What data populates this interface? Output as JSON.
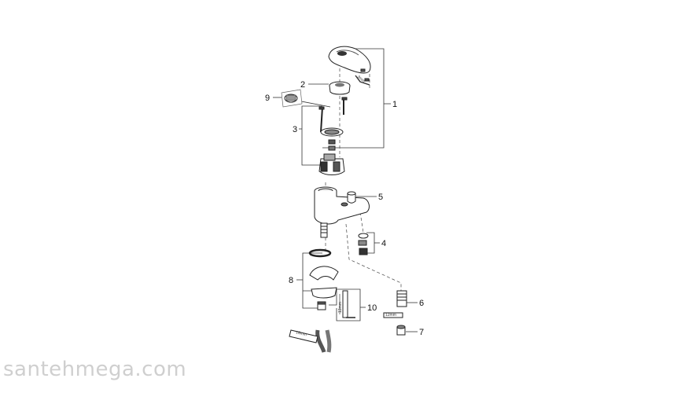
{
  "callouts": {
    "c1": "1",
    "c2": "2",
    "c3": "3",
    "c4": "4",
    "c5": "5",
    "c6": "6",
    "c7": "7",
    "c8": "8",
    "c9": "9",
    "c10": "10"
  },
  "dimensions": {
    "wrench_3mm": "3mm",
    "wrench_12mm": "12mm",
    "wrench_18mm": "18mm",
    "length_13mm": "13mm"
  },
  "watermark": "santehmega.com"
}
